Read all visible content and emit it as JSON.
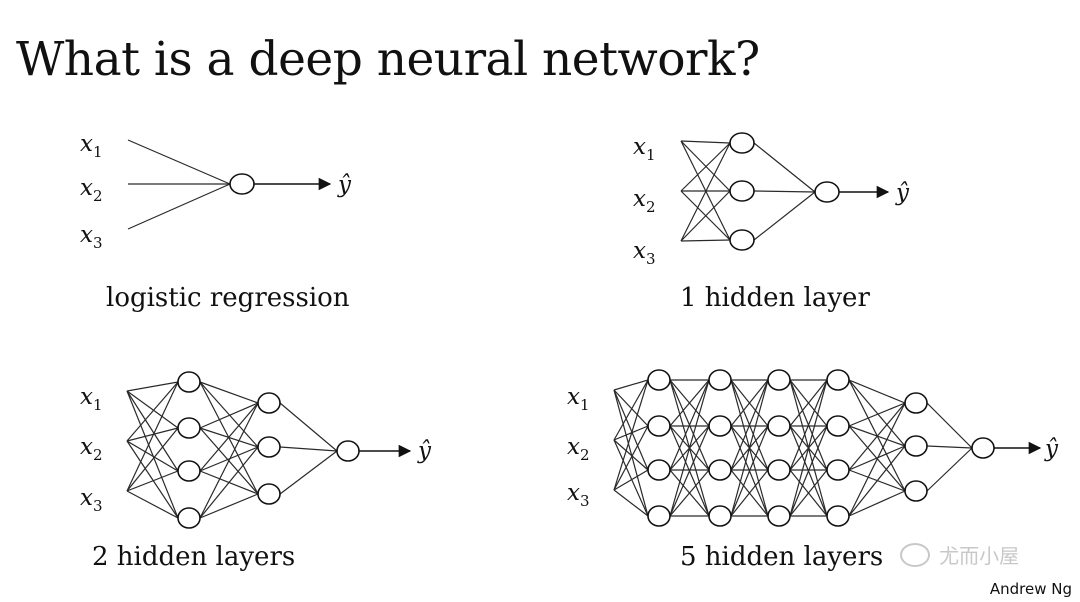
{
  "slide": {
    "title": "What is a deep neural network?",
    "credit": "Andrew Ng",
    "watermark": "尤而小屋"
  },
  "diagrams": [
    {
      "caption": "logistic regression",
      "inputs": [
        "x1",
        "x2",
        "x3"
      ],
      "hidden_layers": [],
      "output": "ŷ"
    },
    {
      "caption": "1 hidden layer",
      "inputs": [
        "x1",
        "x2",
        "x3"
      ],
      "hidden_layers": [
        3
      ],
      "output": "ŷ"
    },
    {
      "caption": "2 hidden layers",
      "inputs": [
        "x1",
        "x2",
        "x3"
      ],
      "hidden_layers": [
        4,
        3
      ],
      "output": "ŷ"
    },
    {
      "caption": "5 hidden layers",
      "inputs": [
        "x1",
        "x2",
        "x3"
      ],
      "hidden_layers": [
        4,
        4,
        4,
        4,
        3
      ],
      "output": "ŷ"
    }
  ],
  "input_symbol": "x",
  "output_symbol": "ŷ",
  "input_subscripts": [
    "1",
    "2",
    "3"
  ]
}
